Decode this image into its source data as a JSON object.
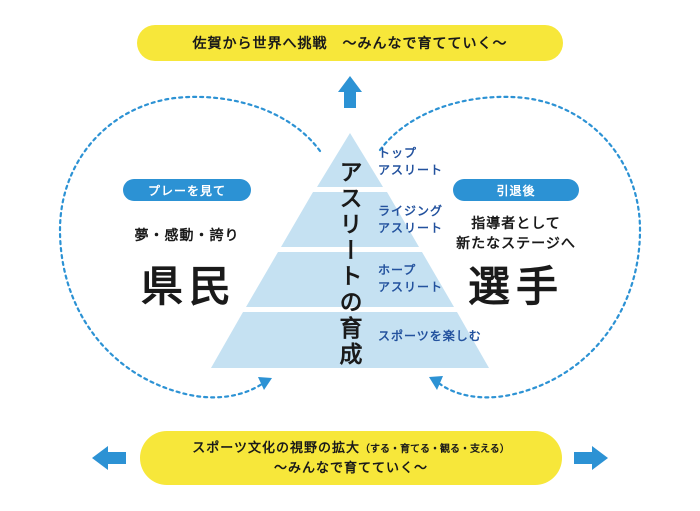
{
  "top_banner": {
    "text": "佐賀から世界へ挑戦　〜みんなで育てていく〜"
  },
  "bottom_banner": {
    "line1": "スポーツ文化の視野の拡大",
    "line1_sub": "（する・育てる・観る・支える）",
    "line2": "〜みんなで育てていく〜"
  },
  "left_side": {
    "pill": "プレーを見て",
    "subtitle": "夢・感動・誇り",
    "big": "県民"
  },
  "right_side": {
    "pill": "引退後",
    "subtitle_line1": "指導者として",
    "subtitle_line2": "新たなステージへ",
    "big": "選手"
  },
  "pyramid": {
    "title": "アスリートの育成",
    "levels": [
      {
        "line1": "トップ",
        "line2": "アスリート"
      },
      {
        "line1": "ライジング",
        "line2": "アスリート"
      },
      {
        "line1": "ホープ",
        "line2": "アスリート"
      },
      {
        "line1": "スポーツを楽しむ",
        "line2": ""
      }
    ]
  },
  "colors": {
    "banner_yellow": "#f7e73a",
    "accent_blue": "#2c92d4",
    "pyramid_fill": "#c5e1f2",
    "level_text": "#23529e"
  },
  "icons": [
    "arrow-up-icon",
    "arrow-left-icon",
    "arrow-right-icon",
    "dotted-cycle-arrow-icon"
  ]
}
